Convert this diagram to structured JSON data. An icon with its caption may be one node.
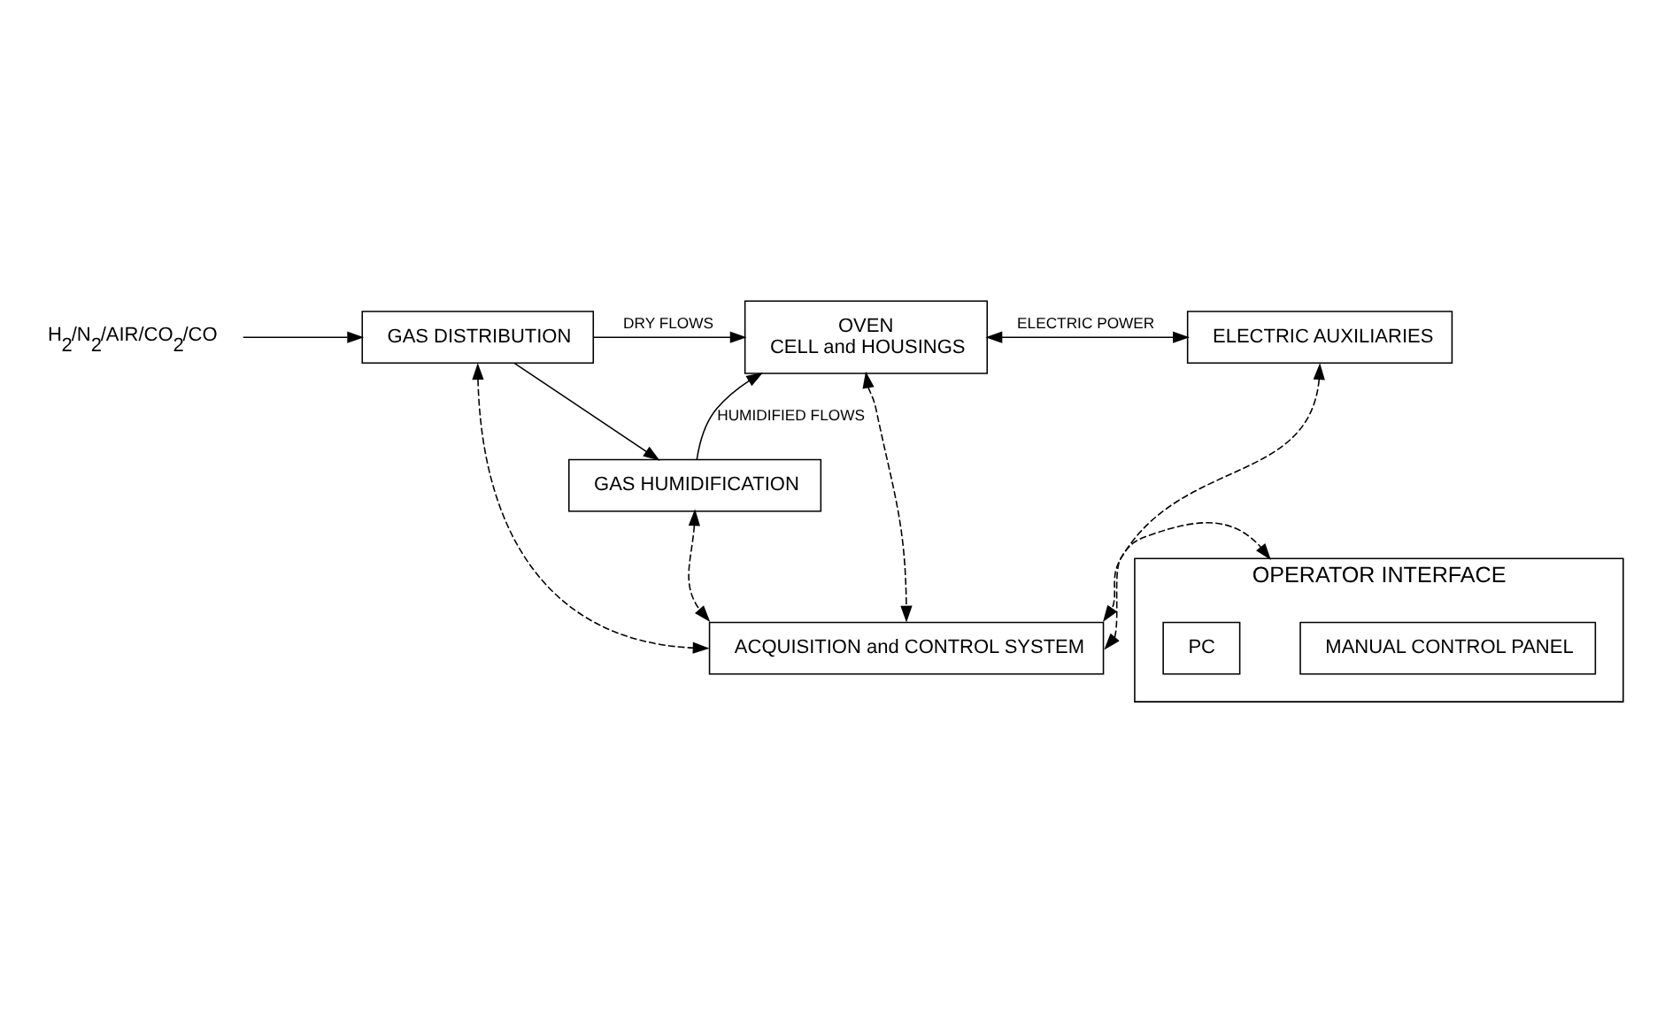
{
  "diagram": {
    "nodes": [
      {
        "text": [
          "H$_{2}$/N$_{2}$/AIR/CO$_{2}$/CO"
        ]
      },
      {
        "text": [
          "GAS DISTRIBUTION"
        ]
      },
      {
        "text": [
          "GAS HUMIDIFICATION"
        ]
      },
      {
        "text": [
          "OVEN",
          "CELL and HOUSINGS"
        ]
      },
      {
        "text": [
          "ELECTRIC AUXILIARIES"
        ]
      },
      {
        "text": [
          "ACQUISITION and CONTROL SYSTEM"
        ]
      },
      {
        "text": [
          "OPERATOR INTERFACE"
        ]
      },
      {
        "text": [
          "MANUAL CONTROL PANEL"
        ],
        "in": 6
      },
      {
        "text": [
          "PC"
        ],
        "in": 6
      }
    ],
    "edges": [
      {
        "from": 0,
        "to": 1,
        "arrow": "to"
      },
      {
        "from": 1,
        "to": 3,
        "arrow": "to",
        "label": "DRY FLOWS"
      },
      {
        "from": 1,
        "to": 2,
        "arrow": "to"
      },
      {
        "from": 2,
        "to": 3,
        "arrow": "to",
        "label": "HUMIDIFIED FLOWS"
      },
      {
        "from": 3,
        "to": 4,
        "arrow": "both",
        "label": "ELECTRIC POWER"
      },
      {
        "from": 1,
        "to": 5,
        "arrow": "both",
        "style": "dashed"
      },
      {
        "from": 2,
        "to": 5,
        "arrow": "both",
        "style": "dashed"
      },
      {
        "from": 3,
        "to": 5,
        "arrow": "both",
        "style": "dashed"
      },
      {
        "from": 4,
        "to": 5,
        "arrow": "both",
        "style": "dashed"
      },
      {
        "from": 5,
        "to": 6,
        "arrow": "both",
        "style": "dashed"
      }
    ]
  }
}
